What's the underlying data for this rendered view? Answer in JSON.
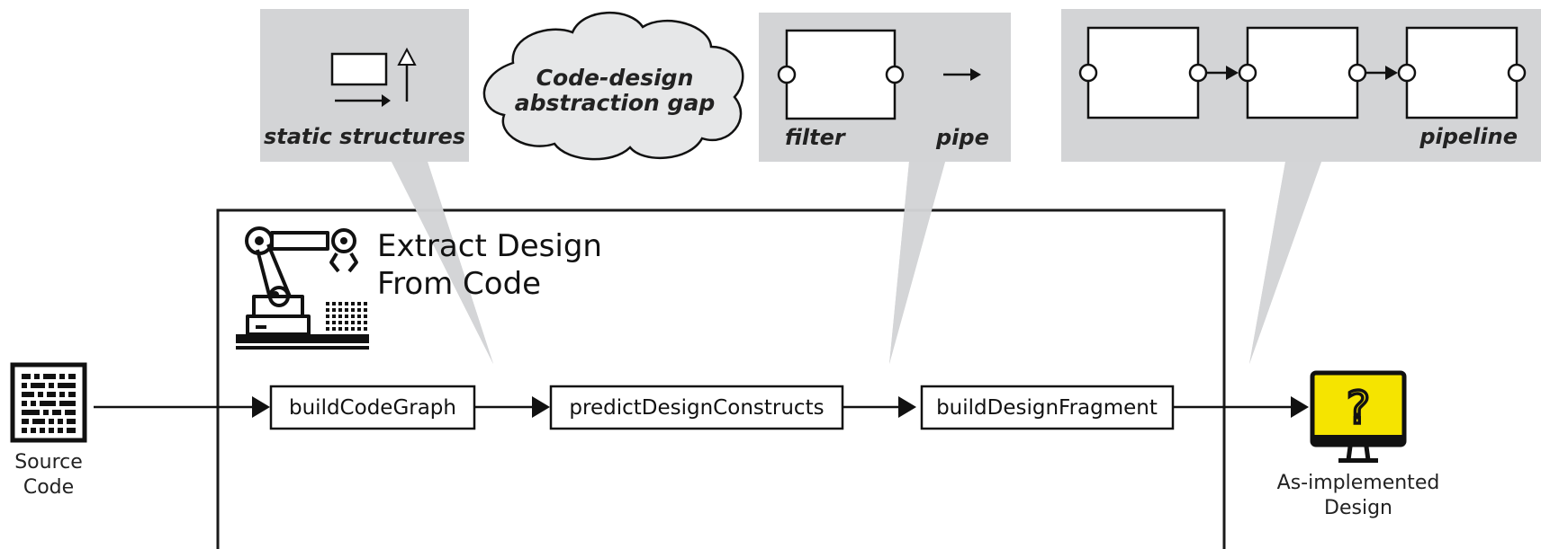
{
  "main_box": {
    "title_line1": "Extract Design",
    "title_line2": "From Code",
    "icon": "robot-arm-icon"
  },
  "source": {
    "label_line1": "Source",
    "label_line2": "Code",
    "icon": "source-code-grid-icon"
  },
  "output": {
    "label_line1": "As-implemented",
    "label_line2": "Design",
    "icon": "monitor-question-icon",
    "screen_color": "#f5e400",
    "screen_symbol": "?"
  },
  "steps": [
    {
      "label": "buildCodeGraph"
    },
    {
      "label": "predictDesignConstructs"
    },
    {
      "label": "buildDesignFragment"
    }
  ],
  "callouts": {
    "static": {
      "label": "static structures"
    },
    "cloud": {
      "line1": "Code-design",
      "line2": "abstraction gap"
    },
    "filter_pipe": {
      "filter_label": "filter",
      "pipe_label": "pipe"
    },
    "pipeline": {
      "label": "pipeline"
    }
  },
  "colors": {
    "callout_fill": "#d3d4d6",
    "cloud_fill": "#e6e7e8",
    "stroke": "#1a1a1a"
  }
}
